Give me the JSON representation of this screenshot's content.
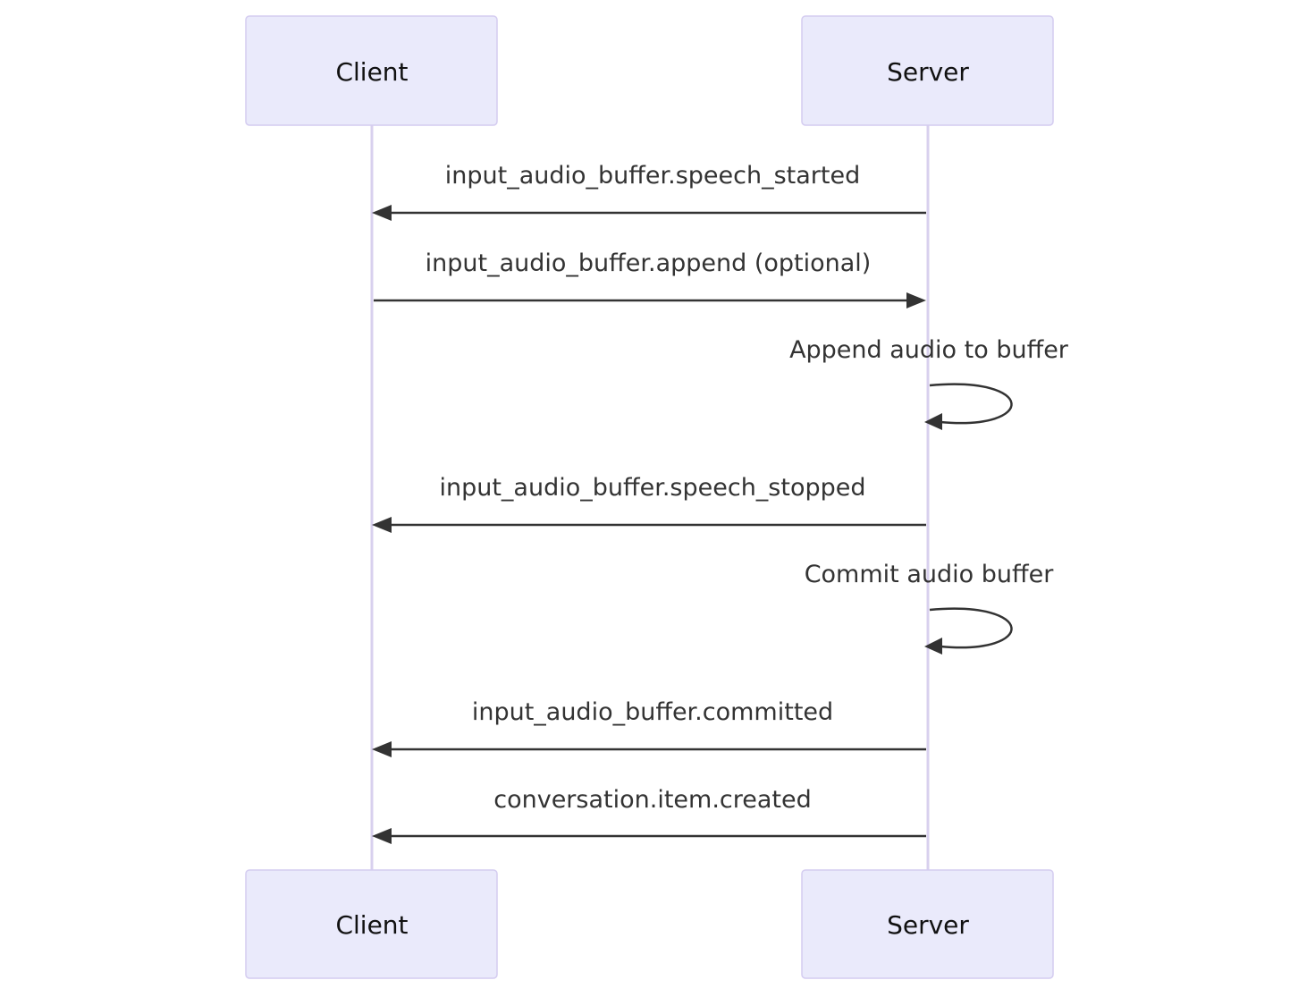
{
  "participants": [
    {
      "id": "client",
      "label": "Client"
    },
    {
      "id": "server",
      "label": "Server"
    }
  ],
  "messages": [
    {
      "from": "server",
      "to": "client",
      "label": "input_audio_buffer.speech_started",
      "type": "arrow"
    },
    {
      "from": "client",
      "to": "server",
      "label": "input_audio_buffer.append (optional)",
      "type": "arrow"
    },
    {
      "from": "server",
      "to": "server",
      "label": "Append audio to buffer",
      "type": "self"
    },
    {
      "from": "server",
      "to": "client",
      "label": "input_audio_buffer.speech_stopped",
      "type": "arrow"
    },
    {
      "from": "server",
      "to": "server",
      "label": "Commit audio buffer",
      "type": "self"
    },
    {
      "from": "server",
      "to": "client",
      "label": "input_audio_buffer.committed",
      "type": "arrow"
    },
    {
      "from": "server",
      "to": "client",
      "label": "conversation.item.created",
      "type": "arrow"
    }
  ],
  "colors": {
    "actor_fill": "#eaeafb",
    "actor_stroke": "#d4ccf0",
    "lifeline": "#d8d0ee",
    "message_line": "#333333",
    "text": "#333333"
  }
}
